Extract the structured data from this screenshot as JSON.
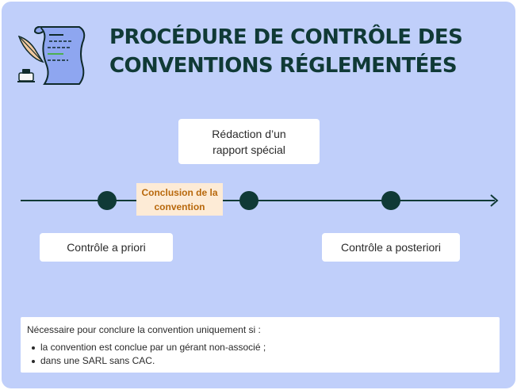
{
  "title": {
    "line1": "PROCÉDURE DE CONTRÔLE DES",
    "line2": "CONVENTIONS RÉGLEMENTÉES"
  },
  "timeline": {
    "steps": {
      "redaction": "Rédaction d’un rapport spécial",
      "conclusion": "Conclusion de la convention",
      "a_priori": "Contrôle a priori",
      "a_posteriori": "Contrôle a posteriori"
    }
  },
  "note": {
    "intro": "Nécessaire pour conclure la convention uniquement si :",
    "items": [
      "la convention est conclue par un gérant non-associé ;",
      "dans une SARL sans CAC."
    ]
  },
  "colors": {
    "background": "#c0cffa",
    "dark_green": "#103a36",
    "highlight_bg": "#fdebd6",
    "highlight_text": "#b8680c"
  },
  "icons": {
    "illustration": "scroll-quill-inkwell-icon"
  }
}
